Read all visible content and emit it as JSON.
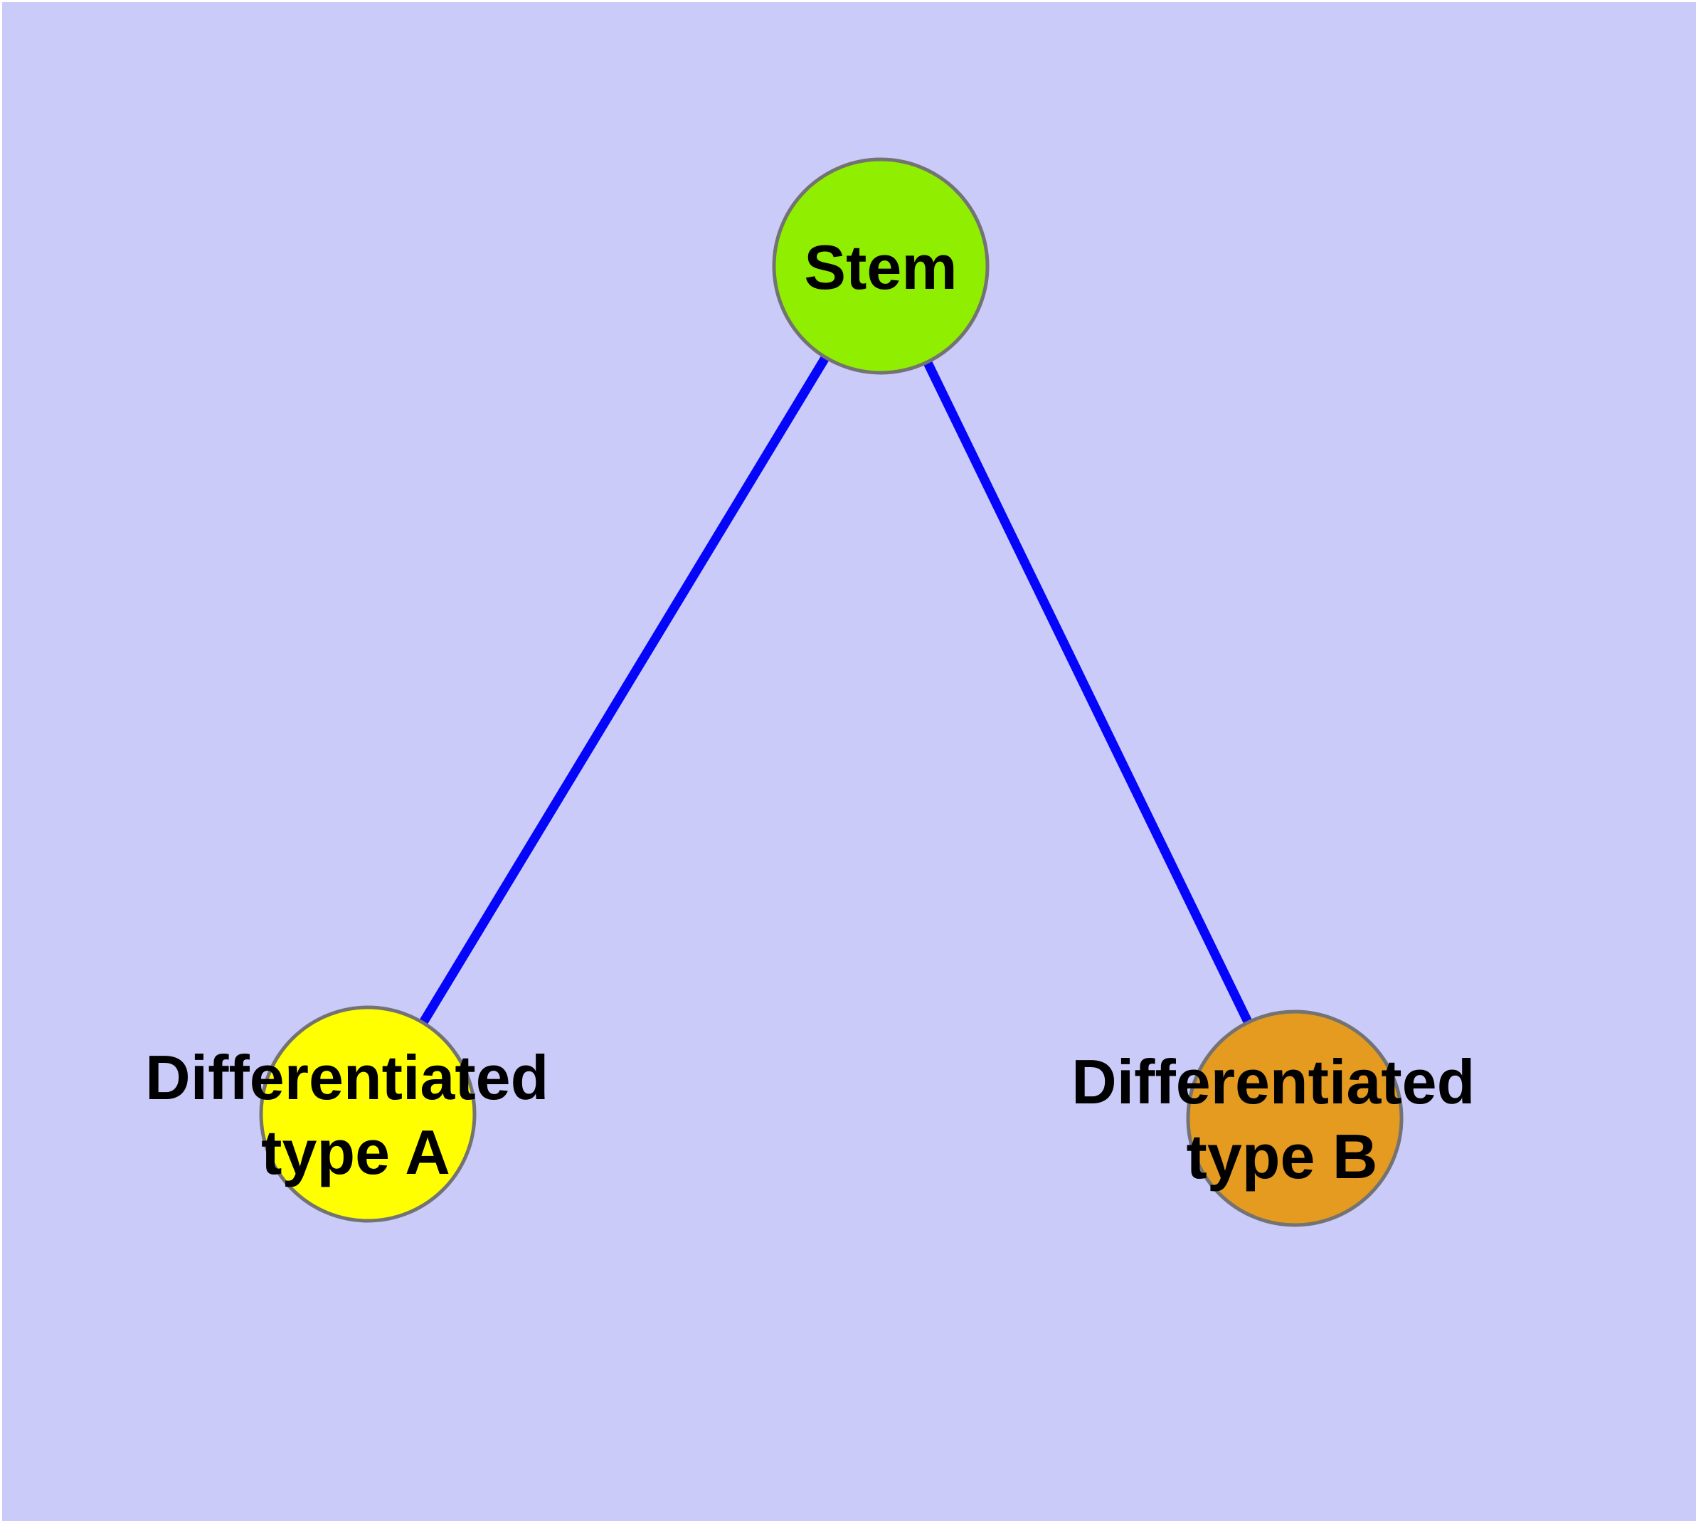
{
  "theme": {
    "background": "#cbcbfa",
    "edge_color": "#0505fa",
    "node_border": "#737373",
    "label_color": "#000000",
    "frame_highlight": "#ffffff"
  },
  "diagram": {
    "type": "node-link-graph",
    "description": "Cell differentiation graph: a Stem node linked to two differentiated cell type nodes",
    "nodes": {
      "stem": {
        "id": "stem",
        "label": "Stem",
        "lines": [
          "Stem"
        ],
        "fill": "#90ee00"
      },
      "type_a": {
        "id": "type_a",
        "label": "Differentiated type A",
        "lines": [
          "Differentiated",
          "type A"
        ],
        "fill": "#ffff00"
      },
      "type_b": {
        "id": "type_b",
        "label": "Differentiated type B",
        "lines": [
          "Differentiated",
          "type B"
        ],
        "fill": "#e59a20"
      }
    },
    "edges": [
      {
        "from": "Stem",
        "to": "Differentiated type A"
      },
      {
        "from": "Stem",
        "to": "Differentiated type B"
      }
    ]
  }
}
